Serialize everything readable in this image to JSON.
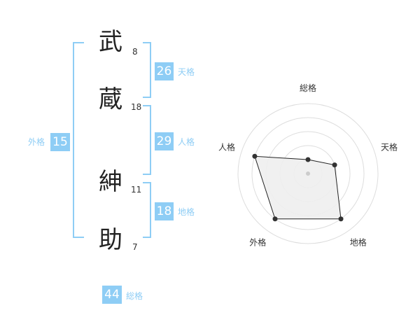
{
  "name": {
    "characters": [
      {
        "char": "武",
        "strokes": "8"
      },
      {
        "char": "蔵",
        "strokes": "18"
      },
      {
        "char": "紳",
        "strokes": "11"
      },
      {
        "char": "助",
        "strokes": "7"
      }
    ]
  },
  "fortune": {
    "tenkaku": {
      "value": "26",
      "label": "天格"
    },
    "jinkaku": {
      "value": "29",
      "label": "人格"
    },
    "chikaku": {
      "value": "18",
      "label": "地格"
    },
    "gaikaku": {
      "value": "15",
      "label": "外格"
    },
    "soukaku": {
      "value": "44",
      "label": "総格"
    }
  },
  "colors": {
    "accent": "#8ecdf5",
    "text": "#333333",
    "grid": "#dddddd"
  },
  "chart_data": {
    "type": "radar",
    "axes": [
      "総格",
      "天格",
      "地格",
      "外格",
      "人格"
    ],
    "values": [
      1,
      2,
      4,
      4,
      4
    ],
    "max": 5,
    "grid_rings": 5
  }
}
